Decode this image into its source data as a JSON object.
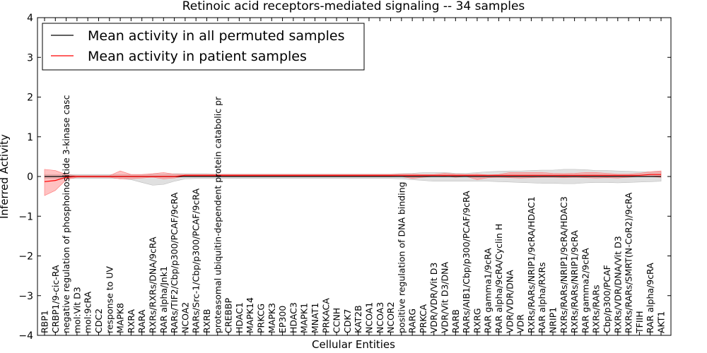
{
  "chart_data": {
    "type": "line",
    "title": "Retinoic acid receptors-mediated signaling -- 34 samples",
    "xlabel": "Cellular Entities",
    "ylabel": "Inferred Activity",
    "ylim": [
      -4,
      4
    ],
    "yticks": [
      4,
      3,
      2,
      1,
      0,
      -1,
      -2,
      -3,
      -4
    ],
    "ytick_labels": [
      "4",
      "3",
      "2",
      "1",
      "0",
      "−1",
      "−2",
      "−3",
      "−4"
    ],
    "grid": false,
    "legend_position": "top-left",
    "categories": [
      "RBP1",
      "CRBP1/9-cic-RA",
      "negative regulation of phosphoinositide 3-kinase casc",
      "mol:Vit D3",
      "mol:9cRA",
      "CDC2",
      "response to UV",
      "MAPK8",
      "RXRA",
      "RARA",
      "RXRs/RXRs/DNA/9cRA",
      "RAR alpha/Jnk1",
      "RARs/TIF2/Cbp/p300/PCAF/9cRA",
      "NCOA2",
      "RARs/Src-1/Cbp/p300/PCAF/9cRA",
      "RXRB",
      "proteasomal ubiquitin-dependent protein catabolic pr",
      "CREBBP",
      "HDAC1",
      "MAPK14",
      "PRKCG",
      "MAPK3",
      "EP300",
      "HDAC3",
      "MAPK1",
      "MNAT1",
      "PRKACA",
      "CCNH",
      "CDK7",
      "KAT2B",
      "NCOA1",
      "NCOA3",
      "NCOR2",
      "positive regulation of DNA binding",
      "RARG",
      "PRKCA",
      "VDR/VDR/Vit D3",
      "VDR/Vit D3/DNA",
      "RARB",
      "RARs/AIB1/Cbp/p300/PCAF/9cRA",
      "RXRG",
      "RAR gamma1/9cRA",
      "RAR alpha/9cRA/Cyclin H",
      "VDR/VDR/DNA",
      "VDR",
      "RXRs/RARs/NRIP1/9cRA/HDAC1",
      "RAR alpha/RXRs",
      "NRIP1",
      "RXRs/RARs/NRIP1/9cRA/HDAC3",
      "RXRs/RARs/NRIP1/9cRA",
      "RAR gamma2/9cRA",
      "RXRs/RARs",
      "Cbp/p300/PCAF",
      "RXRs/VDR/DNA/Vit D3",
      "RXRs/RARs/SMRT(N-CoR2)/9cRA",
      "TFIIH",
      "RAR alpha/9cRA",
      "AKT1"
    ],
    "series": [
      {
        "name": "Mean activity in all permuted samples",
        "color": "#000000",
        "band_color": "#bbbbbb",
        "values": [
          0,
          0,
          0,
          0,
          0,
          0,
          0,
          0,
          0,
          0,
          0,
          0,
          0,
          0,
          0,
          0,
          0,
          0,
          0,
          0,
          0,
          0,
          0,
          0,
          0,
          0,
          0,
          0,
          0,
          0,
          0,
          0,
          0,
          0,
          0,
          0,
          0,
          0,
          0,
          0,
          0,
          0,
          0,
          0,
          0,
          0,
          0,
          0,
          0,
          0,
          0,
          0,
          0,
          0,
          0,
          0,
          0,
          0
        ],
        "upper": [
          0.05,
          0.05,
          0.05,
          0.05,
          0.05,
          0.05,
          0.05,
          0.05,
          0.05,
          0.05,
          0.06,
          0.06,
          0.07,
          0.07,
          0.07,
          0.07,
          0.06,
          0.06,
          0.06,
          0.06,
          0.06,
          0.06,
          0.06,
          0.06,
          0.06,
          0.06,
          0.06,
          0.06,
          0.06,
          0.06,
          0.06,
          0.06,
          0.06,
          0.07,
          0.08,
          0.1,
          0.1,
          0.1,
          0.08,
          0.08,
          0.1,
          0.12,
          0.13,
          0.14,
          0.14,
          0.15,
          0.16,
          0.16,
          0.18,
          0.18,
          0.17,
          0.15,
          0.15,
          0.14,
          0.13,
          0.12,
          0.12,
          0.12
        ],
        "lower": [
          -0.05,
          -0.05,
          -0.05,
          -0.05,
          -0.05,
          -0.05,
          -0.05,
          -0.05,
          -0.08,
          -0.15,
          -0.22,
          -0.2,
          -0.12,
          -0.06,
          -0.05,
          -0.05,
          -0.05,
          -0.05,
          -0.05,
          -0.05,
          -0.05,
          -0.05,
          -0.05,
          -0.05,
          -0.05,
          -0.05,
          -0.05,
          -0.05,
          -0.05,
          -0.05,
          -0.05,
          -0.05,
          -0.05,
          -0.06,
          -0.08,
          -0.1,
          -0.12,
          -0.12,
          -0.12,
          -0.12,
          -0.12,
          -0.12,
          -0.13,
          -0.14,
          -0.15,
          -0.16,
          -0.17,
          -0.17,
          -0.18,
          -0.18,
          -0.16,
          -0.15,
          -0.15,
          -0.16,
          -0.15,
          -0.14,
          -0.13,
          -0.12
        ]
      },
      {
        "name": "Mean activity in patient samples",
        "color": "#ff0000",
        "band_color": "#ff7777",
        "values": [
          -0.13,
          -0.1,
          -0.02,
          0,
          0,
          0,
          0,
          0,
          0,
          0,
          0,
          0,
          0,
          0.03,
          0.03,
          0.03,
          0.03,
          0.03,
          0.03,
          0.03,
          0.03,
          0.03,
          0.03,
          0.03,
          0.03,
          0.03,
          0.03,
          0.03,
          0.03,
          0.03,
          0.03,
          0.03,
          0.03,
          0.03,
          0.03,
          0.03,
          0.03,
          0.03,
          0.03,
          0.03,
          0.03,
          0.03,
          0.03,
          0.03,
          0.03,
          0.03,
          0.03,
          0.03,
          0.03,
          0.03,
          0.03,
          0.03,
          0.03,
          0.03,
          0.03,
          0.03,
          0.05,
          0.05
        ],
        "upper": [
          0.18,
          0.15,
          0.05,
          0.02,
          0.02,
          0.02,
          0.02,
          0.14,
          0.05,
          0.05,
          0.07,
          0.1,
          0.06,
          0.05,
          0.05,
          0.05,
          0.05,
          0.05,
          0.05,
          0.05,
          0.05,
          0.05,
          0.05,
          0.05,
          0.05,
          0.05,
          0.05,
          0.05,
          0.05,
          0.05,
          0.05,
          0.05,
          0.05,
          0.06,
          0.06,
          0.05,
          0.05,
          0.08,
          0.06,
          0.05,
          0.06,
          0.04,
          0.05,
          0.1,
          0.1,
          0.1,
          0.1,
          0.08,
          0.07,
          0.08,
          0.1,
          0.1,
          0.08,
          0.06,
          0.06,
          0.08,
          0.12,
          0.14
        ],
        "lower": [
          -0.48,
          -0.35,
          -0.08,
          -0.02,
          -0.02,
          -0.02,
          -0.02,
          -0.06,
          -0.06,
          -0.04,
          -0.02,
          -0.06,
          -0.04,
          0.01,
          0.01,
          0.01,
          0.01,
          0.01,
          0.01,
          0.01,
          0.01,
          0.01,
          0.01,
          0.01,
          0.01,
          0.01,
          0.01,
          0.01,
          0.01,
          0.01,
          0.01,
          0.01,
          0.01,
          0,
          -0.05,
          -0.02,
          0,
          0.01,
          -0.02,
          0,
          -0.08,
          -0.03,
          -0.02,
          -0.03,
          -0.04,
          -0.03,
          -0.02,
          -0.02,
          -0.03,
          -0.02,
          -0.03,
          -0.04,
          -0.03,
          -0.04,
          -0.02,
          0,
          0,
          -0.02
        ]
      }
    ]
  }
}
